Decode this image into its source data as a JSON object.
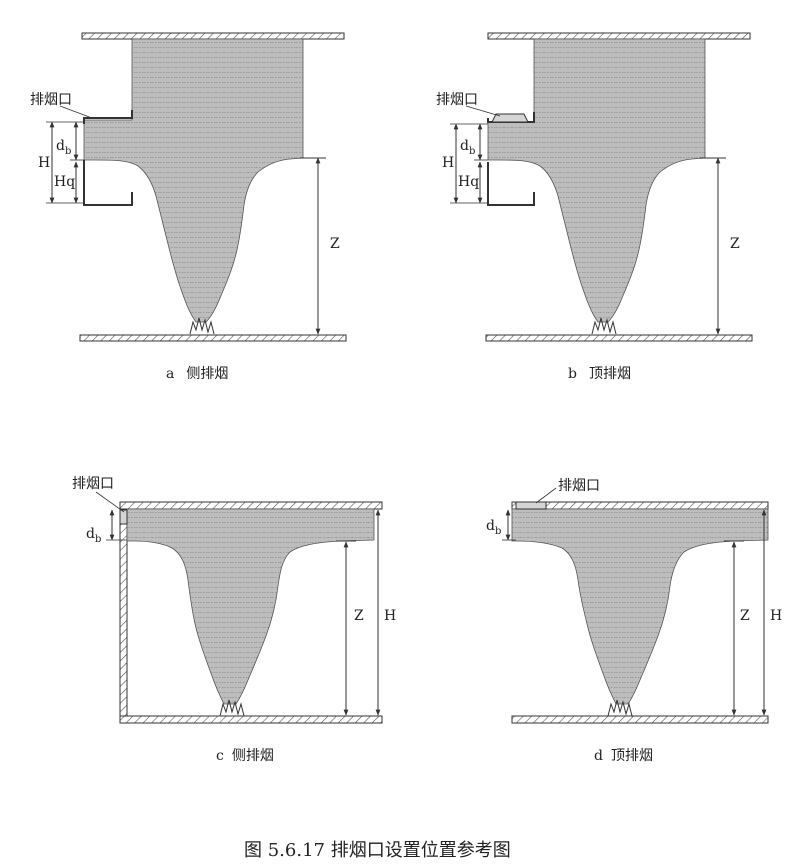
{
  "figure_title": "图 5.6.17  排烟口设置位置参考图",
  "panels": [
    {
      "id": "a",
      "letter": "a",
      "caption": "侧排烟",
      "outlet_label": "排烟口",
      "dims": {
        "db_main": "d",
        "db_sub": "b",
        "H": "H",
        "Hq": "Hq",
        "Z": "Z"
      }
    },
    {
      "id": "b",
      "letter": "b",
      "caption": "顶排烟",
      "outlet_label": "排烟口",
      "dims": {
        "db_main": "d",
        "db_sub": "b",
        "H": "H",
        "Hq": "Hq",
        "Z": "Z"
      }
    },
    {
      "id": "c",
      "letter": "c",
      "caption": "侧排烟",
      "outlet_label": "排烟口",
      "dims": {
        "db_main": "d",
        "db_sub": "b",
        "Z": "Z",
        "H": "H"
      }
    },
    {
      "id": "d",
      "letter": "d",
      "caption": "顶排烟",
      "outlet_label": "排烟口",
      "dims": {
        "db_main": "d",
        "db_sub": "b",
        "Z": "Z",
        "H": "H"
      }
    }
  ],
  "colors": {
    "smoke": "#b9b9b9",
    "line": "#333333",
    "hatch": "#555555"
  }
}
